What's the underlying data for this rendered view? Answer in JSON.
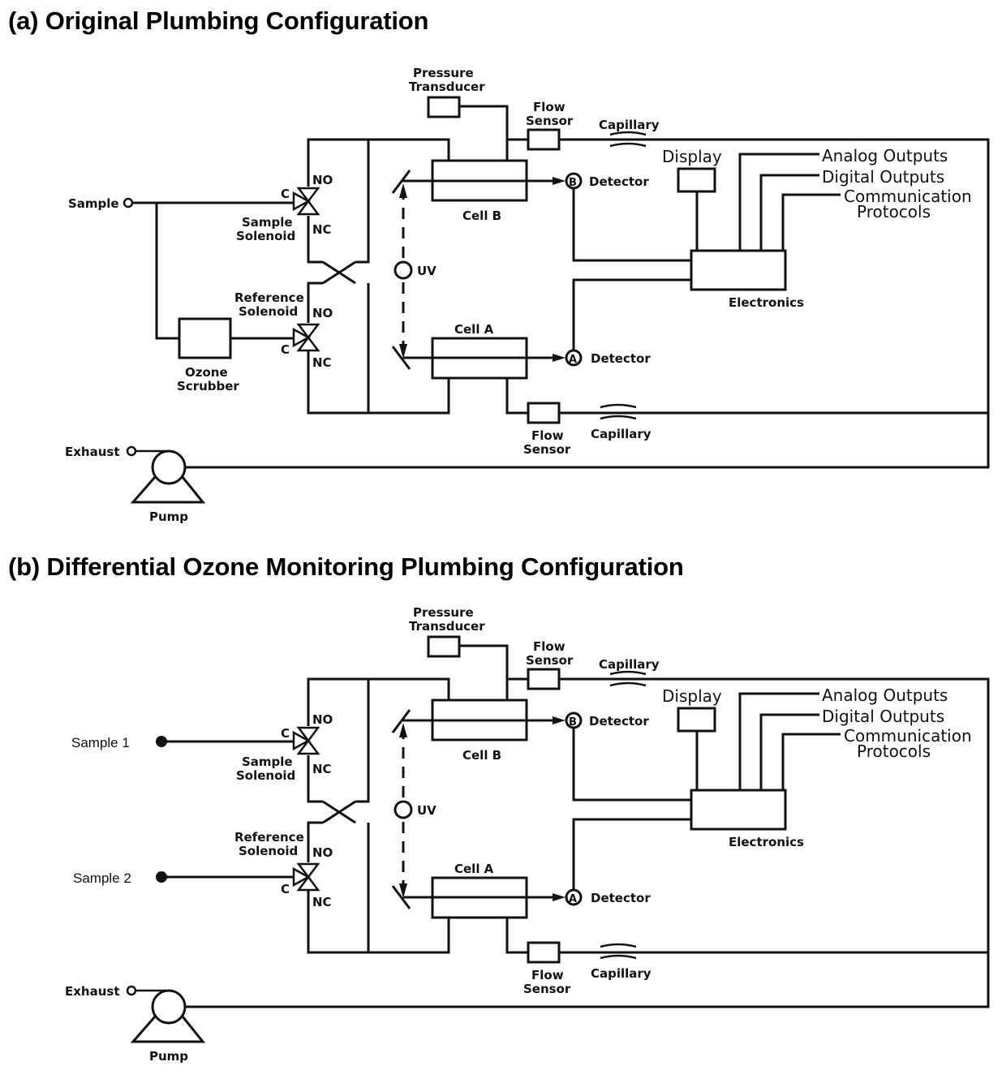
{
  "panels": [
    {
      "title": "(a) Original Plumbing Configuration",
      "inlets": {
        "sample": "Sample",
        "ozone_scrubber": [
          "Ozone",
          "Scrubber"
        ]
      }
    },
    {
      "title": "(b) Differential Ozone Monitoring Plumbing Configuration",
      "inlets": {
        "sample_1": "Sample 1",
        "sample_2": "Sample 2"
      }
    }
  ],
  "labels": {
    "pressure_transducer": [
      "Pressure",
      "Transducer"
    ],
    "flow_sensor": [
      "Flow",
      "Sensor"
    ],
    "capillary": "Capillary",
    "display": "Display",
    "analog_outputs": "Analog  Outputs",
    "digital_outputs": "Digital  Outputs",
    "communication_protocols": [
      "Communication",
      "Protocols"
    ],
    "electronics": "Electronics",
    "detector": "Detector",
    "detector_b_symbol": "B",
    "detector_a_symbol": "A",
    "cell_b": "Cell  B",
    "cell_a": "Cell  A",
    "uv": "UV",
    "sample_solenoid": [
      "Sample",
      "Solenoid"
    ],
    "reference_solenoid": [
      "Reference",
      "Solenoid"
    ],
    "no": "NO",
    "nc": "NC",
    "c": "C",
    "exhaust": "Exhaust",
    "pump": "Pump"
  }
}
